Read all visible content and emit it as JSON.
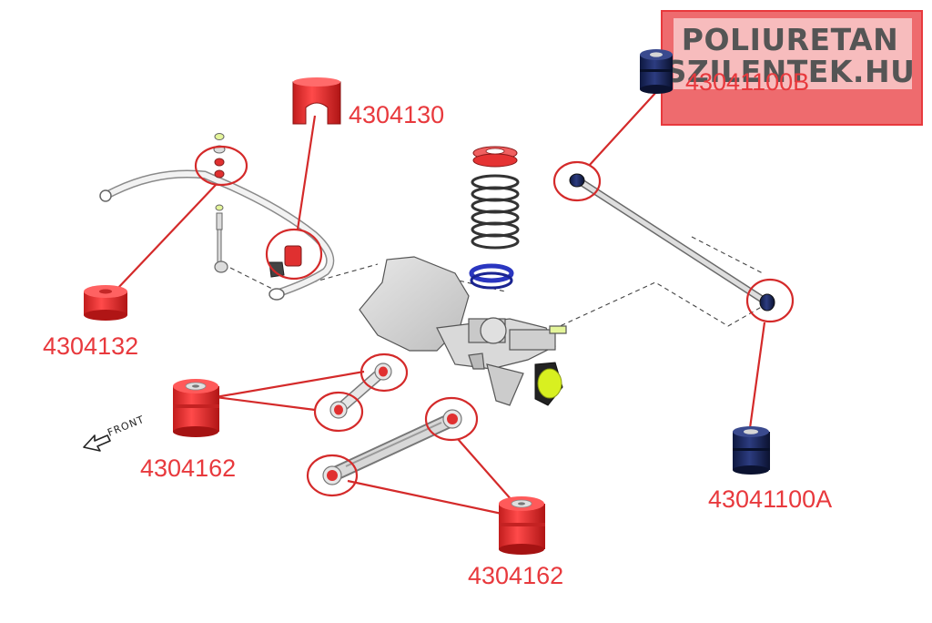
{
  "brand": {
    "line1": "POLIURETAN",
    "line2": "SZILENTEK.HU",
    "box_color": "#e8393d"
  },
  "direction_label": "FRONT",
  "parts": [
    {
      "id": "4304130",
      "label": "4304130"
    },
    {
      "id": "4304132",
      "label": "4304132"
    },
    {
      "id": "4304162-upper",
      "label": "4304162"
    },
    {
      "id": "4304162-lower",
      "label": "4304162"
    },
    {
      "id": "43041100B",
      "label": "43041100B"
    },
    {
      "id": "43041100A",
      "label": "43041100A"
    }
  ],
  "colors": {
    "label_red": "#e8393d",
    "bushing_red": "#f03a3a",
    "bushing_blue": "#1a2a6a",
    "leader_red": "#d42a2a",
    "spring_dark": "#333333",
    "axle_grey": "#d6d6d6",
    "highlight_yellow": "#d8f020"
  }
}
